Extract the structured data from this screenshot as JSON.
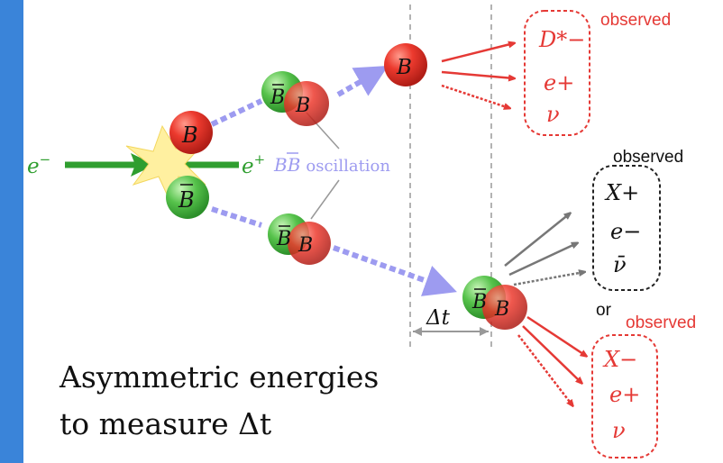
{
  "labels": {
    "electron": "e",
    "electron_sup": "−",
    "positron": "e",
    "positron_sup": "+",
    "oscillation": "oscillation",
    "b": "B",
    "bbar": "B",
    "delta_t": "Δt",
    "observed": "observed",
    "or": "or"
  },
  "decays": {
    "top": {
      "items": [
        "D*−",
        "e+",
        "ν"
      ],
      "label": "observed"
    },
    "middle": {
      "items": [
        "X+",
        "e−",
        "ν̄"
      ],
      "label": "observed"
    },
    "bottom": {
      "items": [
        "X−",
        "e+",
        "ν"
      ],
      "label": "observed"
    }
  },
  "caption": {
    "line1": "Asymmetric energies",
    "line2": "to measure Δt"
  },
  "colors": {
    "red_ball": "#e8312a",
    "green_ball": "#4fc14a",
    "arrow_purple": "#9d9bf0",
    "beam_green": "#2f9e2f",
    "decay_red": "#e53935",
    "decay_grey": "#777777",
    "side_bar": "#3a84d9"
  }
}
